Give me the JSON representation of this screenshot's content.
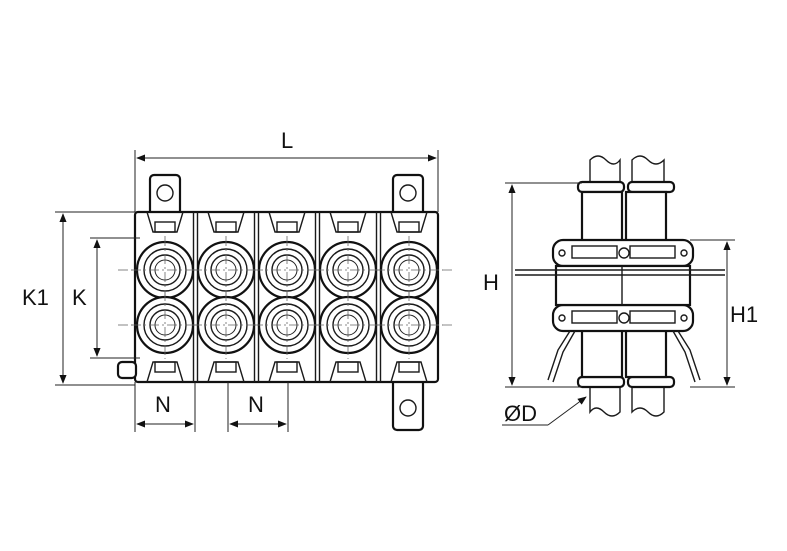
{
  "diagram": {
    "front_view": {
      "rows": 2,
      "columns": 5,
      "labels": {
        "L": "L",
        "K1": "K1",
        "K": "K",
        "N_left": "N",
        "N_right": "N"
      }
    },
    "side_view": {
      "labels": {
        "H": "H",
        "H1": "H1",
        "D": "ØD"
      }
    },
    "colors": {
      "line": "#1a1a1a",
      "fill": "#ffffff",
      "accent": "#8a8a8a"
    }
  }
}
